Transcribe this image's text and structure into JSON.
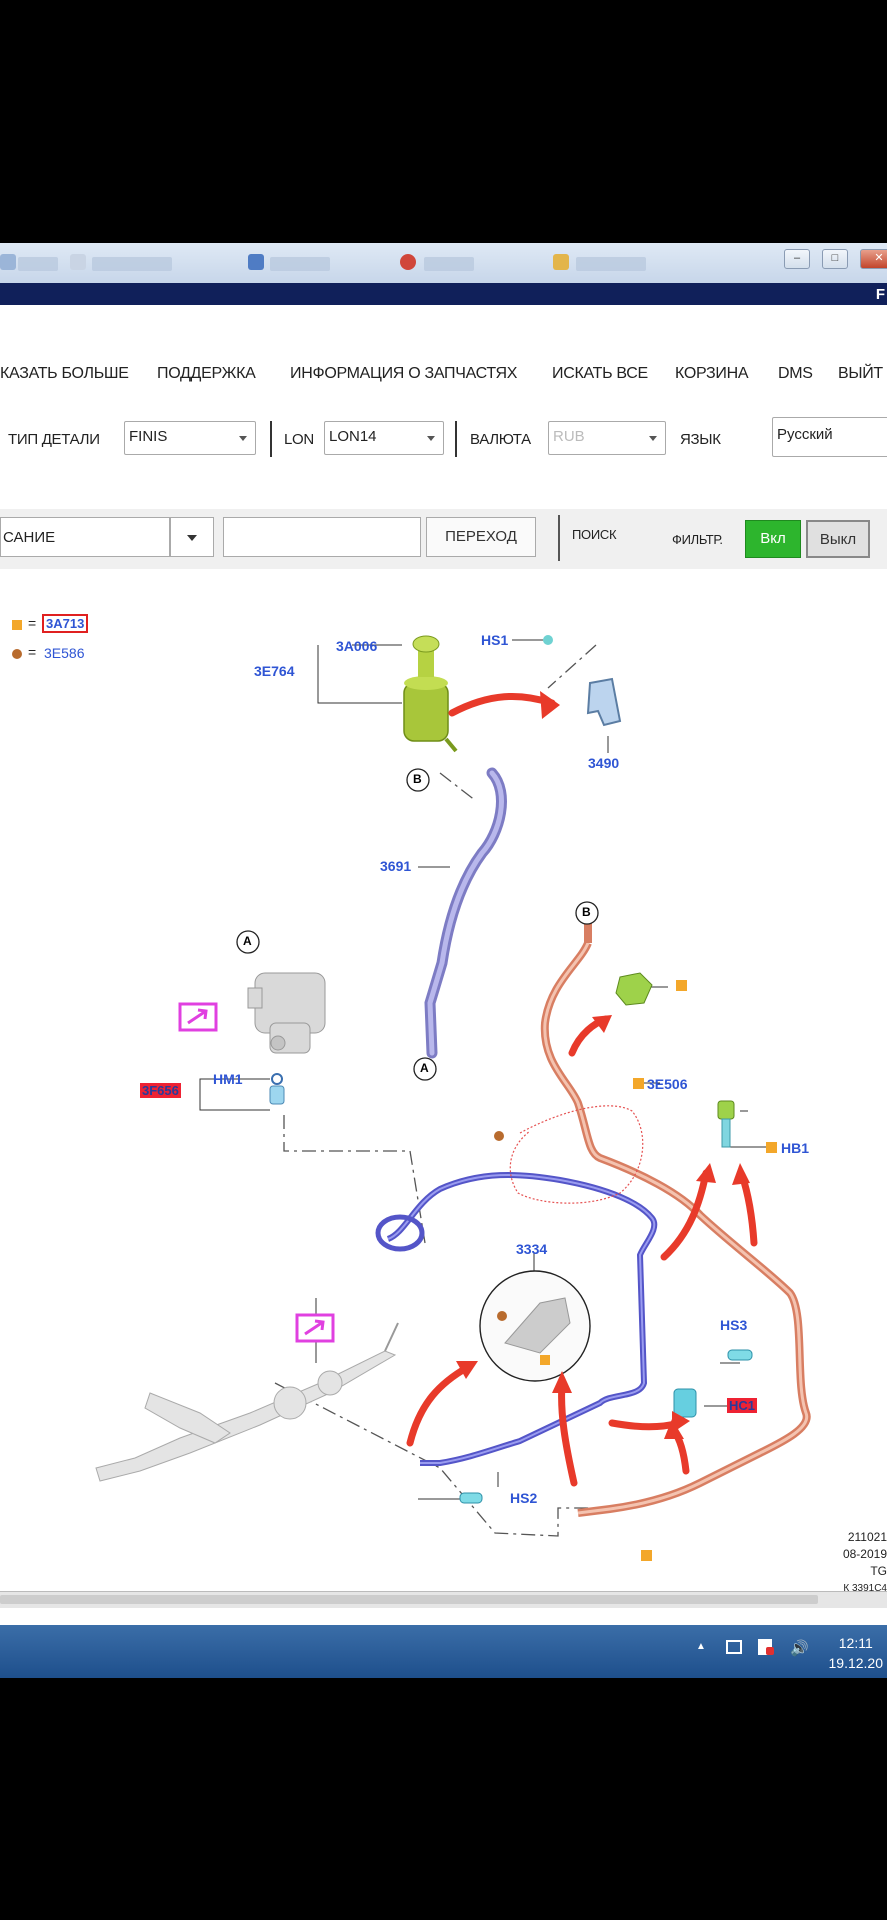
{
  "window": {
    "minimize_icon": "minimize-icon",
    "maximize_icon": "maximize-icon",
    "close_icon": "close-icon",
    "top_right_letter": "F"
  },
  "nav": {
    "items": [
      "КАЗАТЬ БОЛЬШЕ",
      "ПОДДЕРЖКА",
      "ИНФОРМАЦИЯ О ЗАПЧАСТЯХ",
      "ИСКАТЬ ВСЕ",
      "КОРЗИНА",
      "DMS",
      "ВЫЙТ"
    ]
  },
  "filters": {
    "part_type_label": "ТИП ДЕТАЛИ",
    "part_type_value": "FINIS",
    "lon_label": "LON",
    "lon_value": "LON14",
    "currency_label": "ВАЛЮТА",
    "currency_value": "RUB",
    "language_label": "ЯЗЫК",
    "language_value": "Русский"
  },
  "search": {
    "field_value": "САНИЕ",
    "goto_label": "ПЕРЕХОД",
    "search_label": "ПОИСК",
    "filter_label": "ФИЛЬТР.",
    "on_label": "Вкл",
    "off_label": "Выкл"
  },
  "legend": {
    "square_code": "3A713",
    "circle_code": "3E586",
    "equals": "="
  },
  "callouts": {
    "c3A006": "3A006",
    "c3E764": "3E764",
    "cHS1": "HS1",
    "c3490": "3490",
    "c3691": "3691",
    "markerB_top": "B",
    "markerB_right": "B",
    "markerA_left": "A",
    "markerA_bottom": "A",
    "cHM1": "HM1",
    "c3F656": "3F656",
    "c3E506": "3E506",
    "cHB1": "HB1",
    "c3334": "3334",
    "cHS3": "HS3",
    "cHC1": "HC1",
    "cHS2": "HS2"
  },
  "stamp": {
    "line1": "211021",
    "line2": "08-2019",
    "line3": "TG",
    "line4": "К 3391С4"
  },
  "taskbar": {
    "time": "12:11",
    "date": "19.12.20",
    "tray_arrow": "▲"
  },
  "colors": {
    "reservoir": "#a8c63a",
    "return_hose_blue": "#6d6fd8",
    "pressure_hose_salmon": "#e49a7c",
    "supply_hose_lavender": "#9a9ad0",
    "arrow_red": "#e83a2a",
    "callout_blue": "#2f55d4",
    "filter_on_green": "#2db52d",
    "magenta_link": "#e040e0"
  }
}
